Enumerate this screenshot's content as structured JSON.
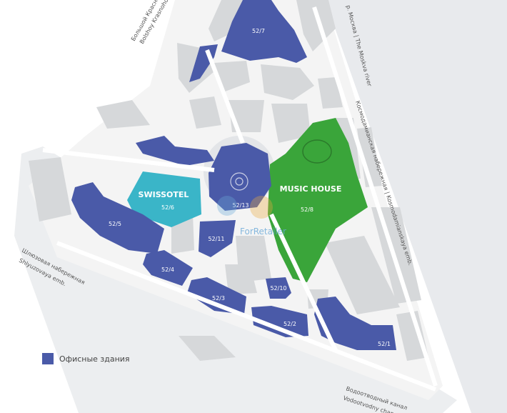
{
  "colors": {
    "office": "#4a5aa8",
    "music_house": "#3aa53a",
    "swissotel": "#3ab5c8",
    "block": "#d6d8da",
    "road": "#f2f2f2",
    "water": "#e8eaed"
  },
  "buildings": {
    "b527": "52/7",
    "b526_name": "SWISSOTEL",
    "b526": "52/6",
    "b5213": "52/13",
    "b528_name": "MUSIC HOUSE",
    "b528": "52/8",
    "b525": "52/5",
    "b5211": "52/11",
    "b524": "52/4",
    "b523": "52/3",
    "b5210": "52/10",
    "b522": "52/2",
    "b521": "52/1"
  },
  "streets": {
    "krasnoholmsky_ru": "Большой Красно",
    "krasnoholmsky_en": "Bolshoy Krasnoholm",
    "moskva": "р. Москва | The Moskva river",
    "kosmo": "Космодамианская набережная | Kosmodamianskaya emb.",
    "shlyuz_ru": "Шлюзовая набережная",
    "shlyuz_en": "Shlyuzovaya emb.",
    "vodo_ru": "Водоотводный канал",
    "vodo_en": "Vodootvodny chan"
  },
  "legend": {
    "office_label": "Офисные здания"
  },
  "watermark": "ForRetailer"
}
